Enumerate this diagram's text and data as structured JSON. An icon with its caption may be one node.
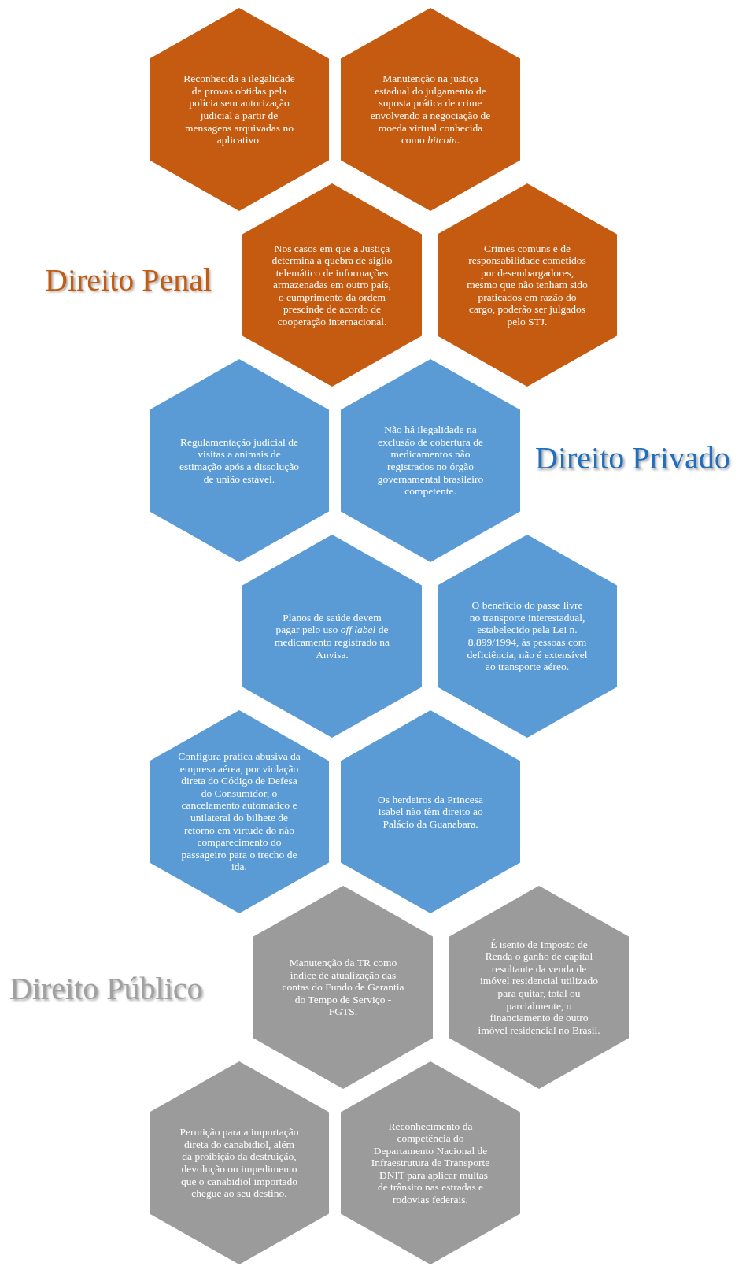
{
  "diagram": {
    "nodes": [
      {
        "text": [
          "Reconhecida a ilegalidade de provas obtidas pela polícia sem autorização judicial a partir de mensagens arquivadas no aplicativo."
        ]
      },
      {
        "text": [
          "Manutenção na justiça estadual do julgamento de suposta prática de crime envolvendo a negociação de moeda virtual conhecida como *bitcoin*."
        ]
      },
      {
        "text": [
          "Nos casos em que a Justiça determina a quebra de sigilo telemático de informações armazenadas em outro país, o cumprimento da ordem prescinde de acordo de cooperação internacional."
        ]
      },
      {
        "text": [
          "Crimes comuns e de responsabilidade cometidos por desembargadores, mesmo que não tenham sido praticados em razão do cargo, poderão ser julgados pelo STJ."
        ]
      },
      {
        "text": [
          "Regulamentação judicial de visitas a animais de estimação após a dissolução de união estável."
        ]
      },
      {
        "text": [
          "Não há ilegalidade na exclusão de cobertura de medicamentos não registrados no órgão governamental brasileiro competente."
        ]
      },
      {
        "text": [
          "Planos de saúde devem pagar pelo uso *off label* de medicamento registrado na Anvisa."
        ]
      },
      {
        "text": [
          "O benefício do passe livre no transporte interestadual, estabelecido pela Lei n. 8.899/1994, às pessoas com deficiência, não é extensível ao transporte aéreo."
        ]
      },
      {
        "text": [
          "Configura prática abusiva da empresa aérea, por violação direta do Código de Defesa do Consumidor, o cancelamento automático e unilateral do bilhete de retorno em virtude do não comparecimento do passageiro para o trecho de ida."
        ]
      },
      {
        "text": [
          "Os herdeiros da Princesa  Isabel não têm direito ao Palácio da Guanabara."
        ]
      },
      {
        "text": [
          "Manutenção da TR como índice de atualização das contas do Fundo de Garantia do Tempo de Serviço - FGTS."
        ]
      },
      {
        "text": [
          "É isento de Imposto de Renda o ganho de capital resultante da venda de imóvel residencial utilizado para quitar, total ou parcialmente, o financiamento de outro imóvel residencial no Brasil."
        ]
      },
      {
        "text": [
          "Permição para a importação direta do canabidiol, além da proibição da destruição, devolução ou impedimento que o canabidiol importado chegue ao seu destino."
        ]
      },
      {
        "text": [
          "Reconhecimento da competência do Departamento Nacional de Infraestrutura de Transporte - DNIT para aplicar multas de trânsito nas estradas e rodovias federais."
        ]
      }
    ],
    "labels": [
      "Direito Penal",
      "Direito Privado",
      "Direito Público"
    ]
  }
}
